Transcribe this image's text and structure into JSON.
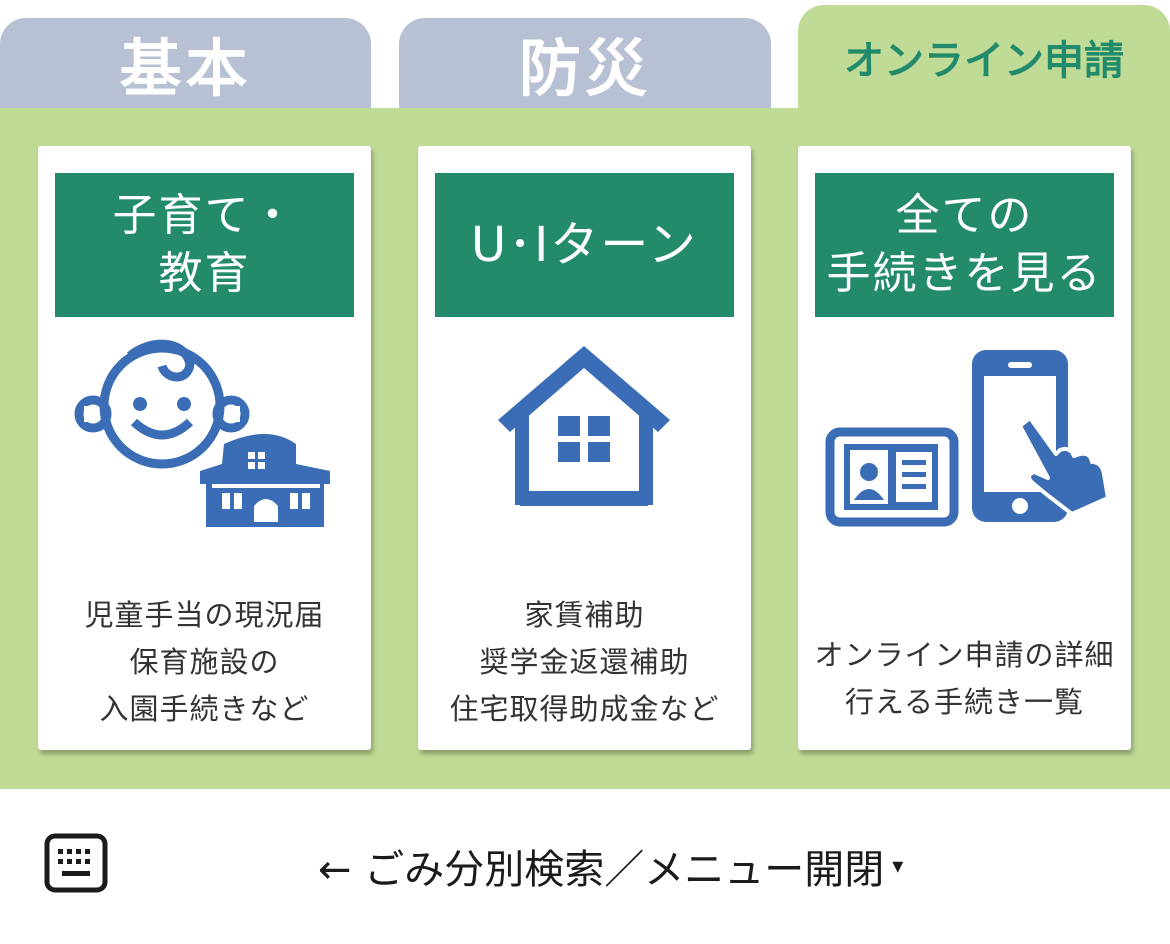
{
  "tabs": [
    {
      "label": "基本",
      "active": false
    },
    {
      "label": "防災",
      "active": false
    },
    {
      "label": "オンライン申請",
      "active": true
    }
  ],
  "cards": [
    {
      "title_lines": [
        "子育て・",
        "教育"
      ],
      "icon": "baby-school-icon",
      "desc_lines": [
        "児童手当の現況届",
        "保育施設の",
        "入園手続きなど"
      ]
    },
    {
      "title_lines": [
        "U･Iターン"
      ],
      "icon": "house-icon",
      "desc_lines": [
        "家賃補助",
        "奨学金返還補助",
        "住宅取得助成金など"
      ]
    },
    {
      "title_lines": [
        "全ての",
        "手続きを見る"
      ],
      "icon": "id-card-smartphone-icon",
      "desc_lines": [
        "オンライン申請の詳細",
        "行える手続き一覧"
      ]
    }
  ],
  "bottom": {
    "keyboard_icon": "keyboard-icon",
    "menu_label": "← ごみ分別検索／メニュー開閉",
    "caret": "▾"
  },
  "colors": {
    "tab_inactive": "#b7c1d3",
    "tab_active": "#bfdb95",
    "title_green": "#238b6c",
    "icon_blue": "#3a6db5"
  }
}
